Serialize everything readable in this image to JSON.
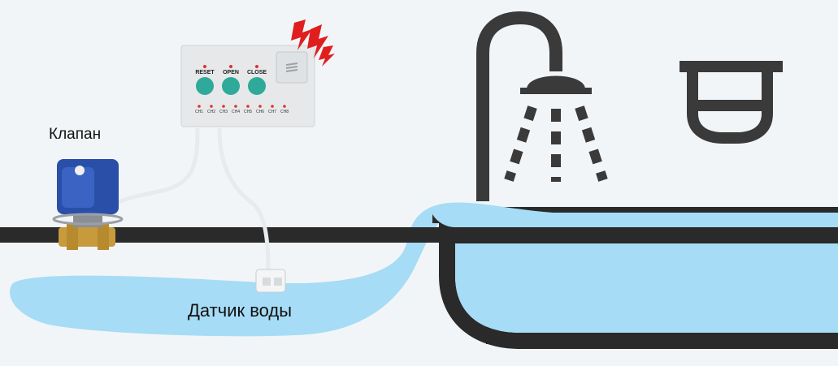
{
  "labels": {
    "valve": "Клапан",
    "sensor": "Датчик воды"
  },
  "controller": {
    "buttons": [
      "RESET",
      "OPEN",
      "CLOSE"
    ],
    "channels": [
      "CH1",
      "CH2",
      "CH3",
      "CH4",
      "CH5",
      "CH6",
      "CH7",
      "CH8"
    ]
  },
  "colors": {
    "background": "#f2f5f8",
    "water": "#a6dcf5",
    "pipe": "#2a2a2a",
    "icon": "#3a3a3a",
    "alert": "#e01e1e",
    "button": "#2fa99a"
  },
  "icons": [
    "shower-icon",
    "sink-bowl-icon",
    "bathtub-icon",
    "alarm-lightning-icon",
    "ball-valve-icon"
  ]
}
